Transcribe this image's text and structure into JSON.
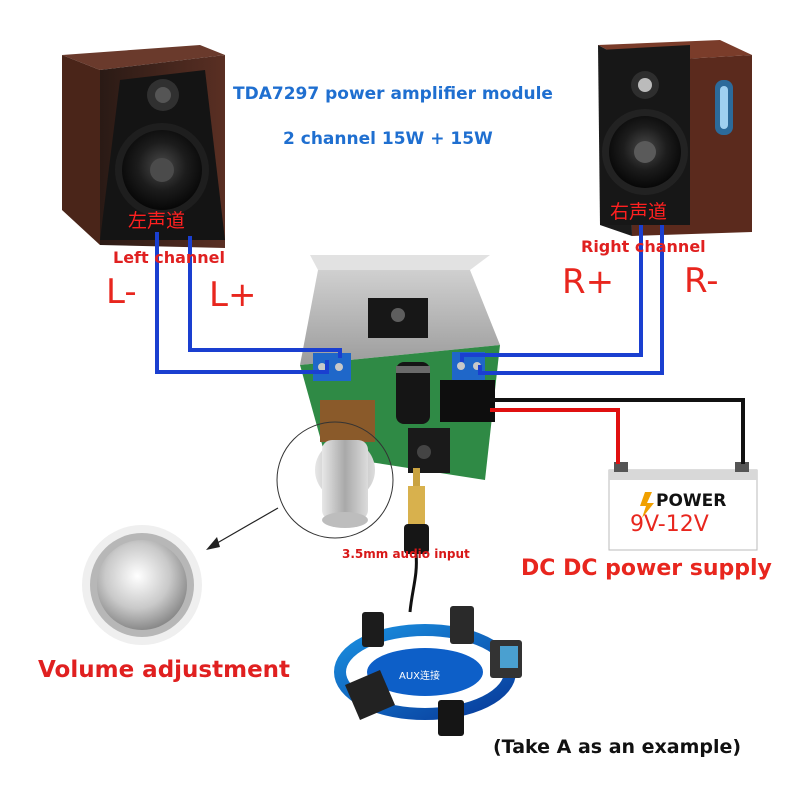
{
  "title": {
    "line1": "TDA7297 power amplifier module",
    "line2": "2 channel 15W + 15W"
  },
  "left_speaker": {
    "cn_label": "左声道",
    "channel_label": "Left channel",
    "neg_terminal": "L-",
    "pos_terminal": "L+"
  },
  "right_speaker": {
    "cn_label": "右声道",
    "channel_label": "Right channel",
    "pos_terminal": "R+",
    "neg_terminal": "R-"
  },
  "audio_input": {
    "label": "3.5mm audio input"
  },
  "power_supply": {
    "label": "DC DC power supply",
    "box_word": "POWER",
    "box_voltage": "9V-12V"
  },
  "volume": {
    "label": "Volume adjustment"
  },
  "aux": {
    "label": "AUX连接"
  },
  "note": {
    "text": "(Take A as an example)"
  },
  "colors": {
    "wire_blue": "#1a3fd0",
    "wire_red": "#e01010",
    "wire_black": "#111111",
    "label_red": "#e8261e",
    "title_blue": "#1f6fd0",
    "pcb_green": "#2f8a45"
  },
  "icons": [
    "speaker-left-icon",
    "speaker-right-icon",
    "amplifier-board-icon",
    "audio-jack-icon",
    "battery-icon",
    "volume-knob-icon",
    "devices-icon"
  ]
}
